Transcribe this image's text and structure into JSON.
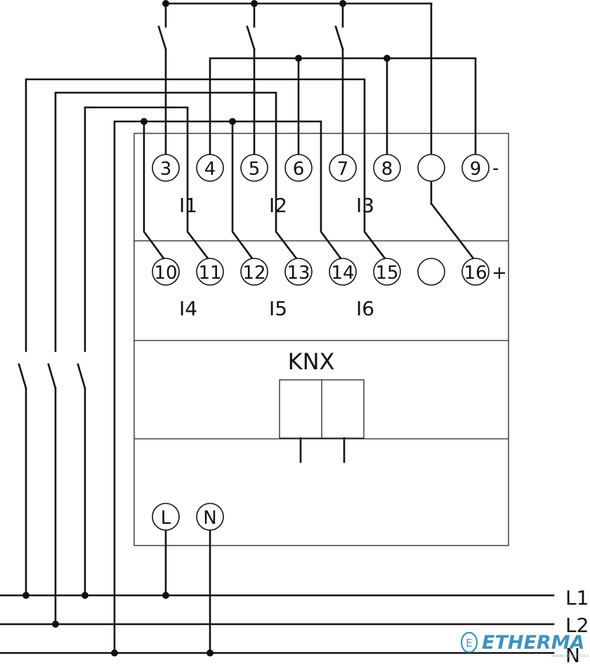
{
  "terminals_top": [
    {
      "id": "3",
      "label": "3"
    },
    {
      "id": "4",
      "label": "4"
    },
    {
      "id": "5",
      "label": "5"
    },
    {
      "id": "6",
      "label": "6"
    },
    {
      "id": "7",
      "label": "7"
    },
    {
      "id": "8",
      "label": "8"
    },
    {
      "id": "blank-top",
      "label": ""
    },
    {
      "id": "9",
      "label": "9"
    }
  ],
  "terminals_bottom": [
    {
      "id": "10",
      "label": "10"
    },
    {
      "id": "11",
      "label": "11"
    },
    {
      "id": "12",
      "label": "12"
    },
    {
      "id": "13",
      "label": "13"
    },
    {
      "id": "14",
      "label": "14"
    },
    {
      "id": "15",
      "label": "15"
    },
    {
      "id": "blank-bottom",
      "label": ""
    },
    {
      "id": "16",
      "label": "16"
    }
  ],
  "polarity": {
    "minus": "-",
    "plus": "+"
  },
  "inputs_top": [
    "I1",
    "I2",
    "I3"
  ],
  "inputs_bottom": [
    "I4",
    "I5",
    "I6"
  ],
  "bus_label": "KNX",
  "supply_terminals": {
    "l": "L",
    "n": "N"
  },
  "lines": {
    "l1": "L1",
    "l2": "L2",
    "n": "N"
  },
  "logo": {
    "text": "ETHERMA",
    "mark": "E",
    "sub": "www.etherma.com"
  }
}
